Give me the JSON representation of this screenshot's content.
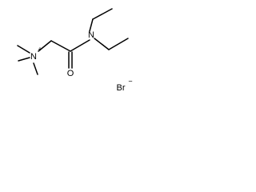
{
  "molecule": {
    "atoms": {
      "quaternary_nitrogen": {
        "symbol": "N",
        "charge": "+"
      },
      "amide_nitrogen": {
        "symbol": "N"
      },
      "carbonyl_oxygen": {
        "symbol": "O"
      }
    },
    "counterion": {
      "symbol": "Br",
      "charge": "−"
    }
  }
}
